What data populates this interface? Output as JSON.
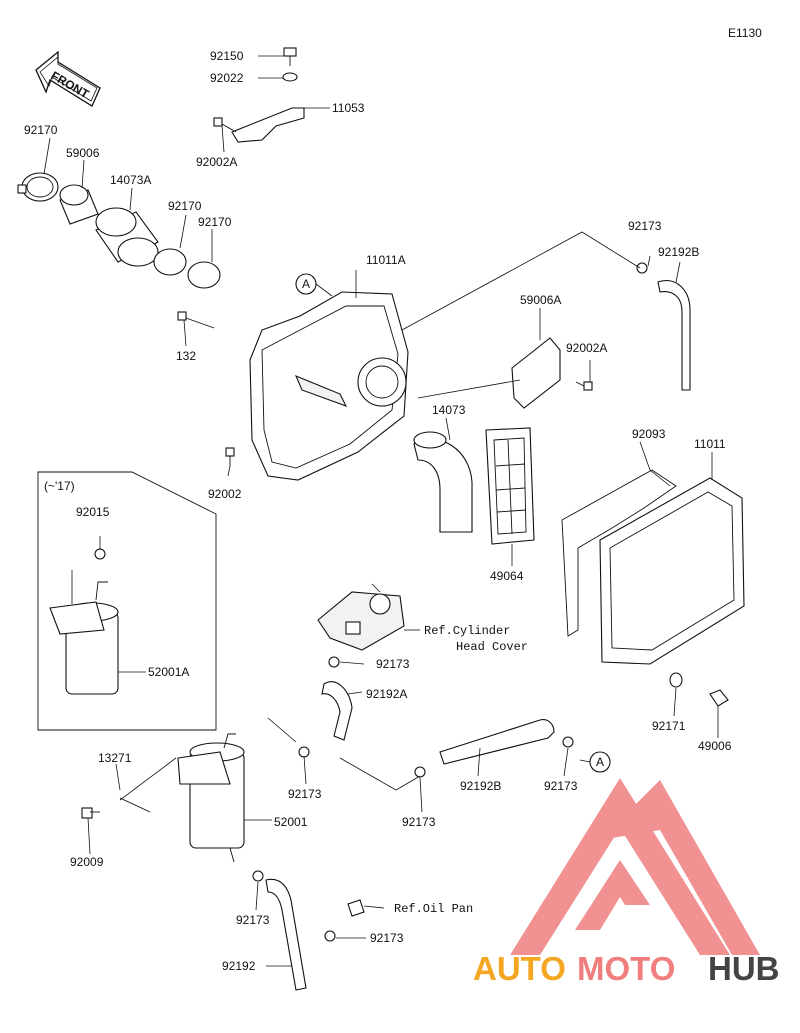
{
  "diagram_code": "E1130",
  "front_marker": "FRONT",
  "model_note": "(~'17)",
  "callouts": {
    "a1": "A",
    "a2": "A"
  },
  "refs": {
    "cylinder_line1": "Ref.Cylinder",
    "cylinder_line2": "Head Cover",
    "oil_pan": "Ref.Oil Pan"
  },
  "parts": {
    "p92150": "92150",
    "p92022": "92022",
    "p11053": "11053",
    "p92002A_top": "92002A",
    "p92170_a": "92170",
    "p59006": "59006",
    "p14073A": "14073A",
    "p92170_b": "92170",
    "p92170_c": "92170",
    "p11011A": "11011A",
    "p132": "132",
    "p92002": "92002",
    "p92173_top": "92173",
    "p92192B_top": "92192B",
    "p59006A": "59006A",
    "p92002A_right": "92002A",
    "p14073": "14073",
    "p92093": "92093",
    "p11011": "11011",
    "p49064": "49064",
    "p92015": "92015",
    "p52001A": "52001A",
    "p92173_mid": "92173",
    "p92192A": "92192A",
    "p92171": "92171",
    "p49006": "49006",
    "p13271": "13271",
    "p92009": "92009",
    "p52001": "52001",
    "p92173_l": "92173",
    "p92192B_low": "92192B",
    "p92173_c": "92173",
    "p92173_r": "92173",
    "p92173_bl": "92173",
    "p92173_br": "92173",
    "p92192": "92192"
  },
  "watermark": {
    "word1": "AUTO",
    "word2": "MOTO",
    "word3": "HUB",
    "color1": "#f5a623",
    "color2": "#f07e7e",
    "color3": "#444444"
  }
}
